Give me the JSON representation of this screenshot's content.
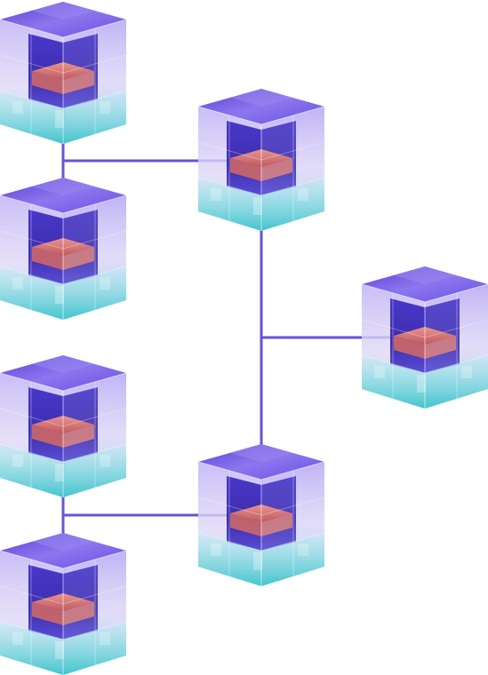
{
  "diagram": {
    "type": "tree",
    "connector_color": "#6b52d6",
    "palette": {
      "top": "#6a4de0",
      "top_light": "#9c86f2",
      "left_face": "#b9aaf3",
      "right_face": "#c9bdf7",
      "core": "#2e1fb0",
      "core_light": "#4a3ad0",
      "glow": "#e07468",
      "cyan": "#49c9d2",
      "highlight": "#ffffff"
    },
    "nodes": [
      {
        "id": "leaf-1",
        "icon": "glass-cube-icon"
      },
      {
        "id": "leaf-2",
        "icon": "glass-cube-icon"
      },
      {
        "id": "leaf-3",
        "icon": "glass-cube-icon"
      },
      {
        "id": "leaf-4",
        "icon": "glass-cube-icon"
      },
      {
        "id": "mid-1",
        "icon": "glass-cube-icon"
      },
      {
        "id": "mid-2",
        "icon": "glass-cube-icon"
      },
      {
        "id": "root",
        "icon": "glass-cube-icon"
      }
    ],
    "edges": [
      {
        "from": "leaf-1",
        "to": "mid-1"
      },
      {
        "from": "leaf-2",
        "to": "mid-1"
      },
      {
        "from": "leaf-3",
        "to": "mid-2"
      },
      {
        "from": "leaf-4",
        "to": "mid-2"
      },
      {
        "from": "mid-1",
        "to": "root"
      },
      {
        "from": "mid-2",
        "to": "root"
      }
    ]
  }
}
